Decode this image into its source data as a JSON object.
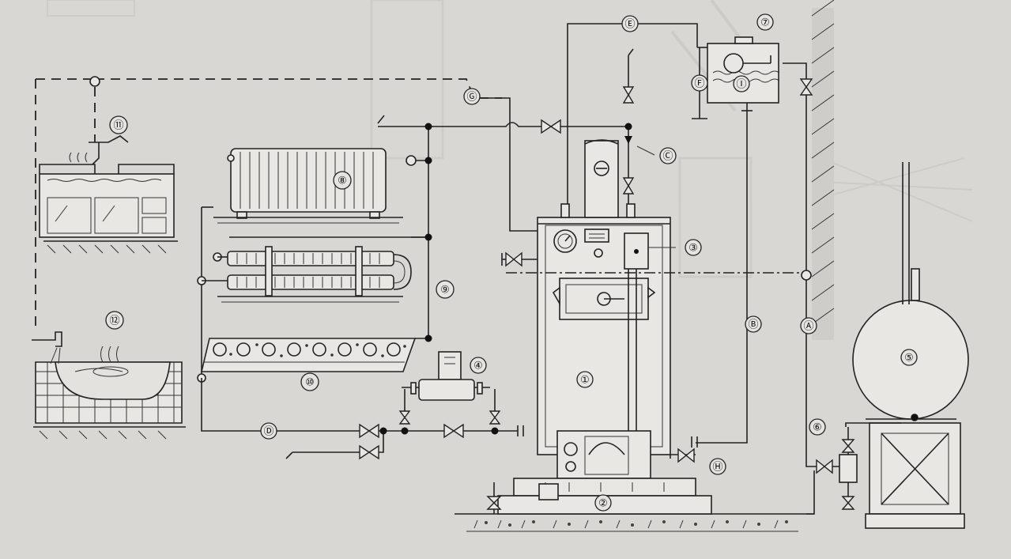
{
  "figure": {
    "description_labels": {
      "n1": "①",
      "n2": "②",
      "n3": "③",
      "n4": "④",
      "n5": "⑤",
      "n6": "⑥",
      "n7": "⑦",
      "n8": "⑧",
      "n9": "⑨",
      "n10": "⑩",
      "n11": "⑪",
      "n12": "⑫",
      "A": "Ⓐ",
      "B": "Ⓑ",
      "C": "Ⓒ",
      "D": "Ⓓ",
      "E": "Ⓔ",
      "F": "Ⓕ",
      "G": "Ⓖ",
      "H": "Ⓗ",
      "I": "Ⓘ"
    }
  },
  "colors": {
    "ink": "#222222",
    "paper": "#d9d7d3"
  }
}
